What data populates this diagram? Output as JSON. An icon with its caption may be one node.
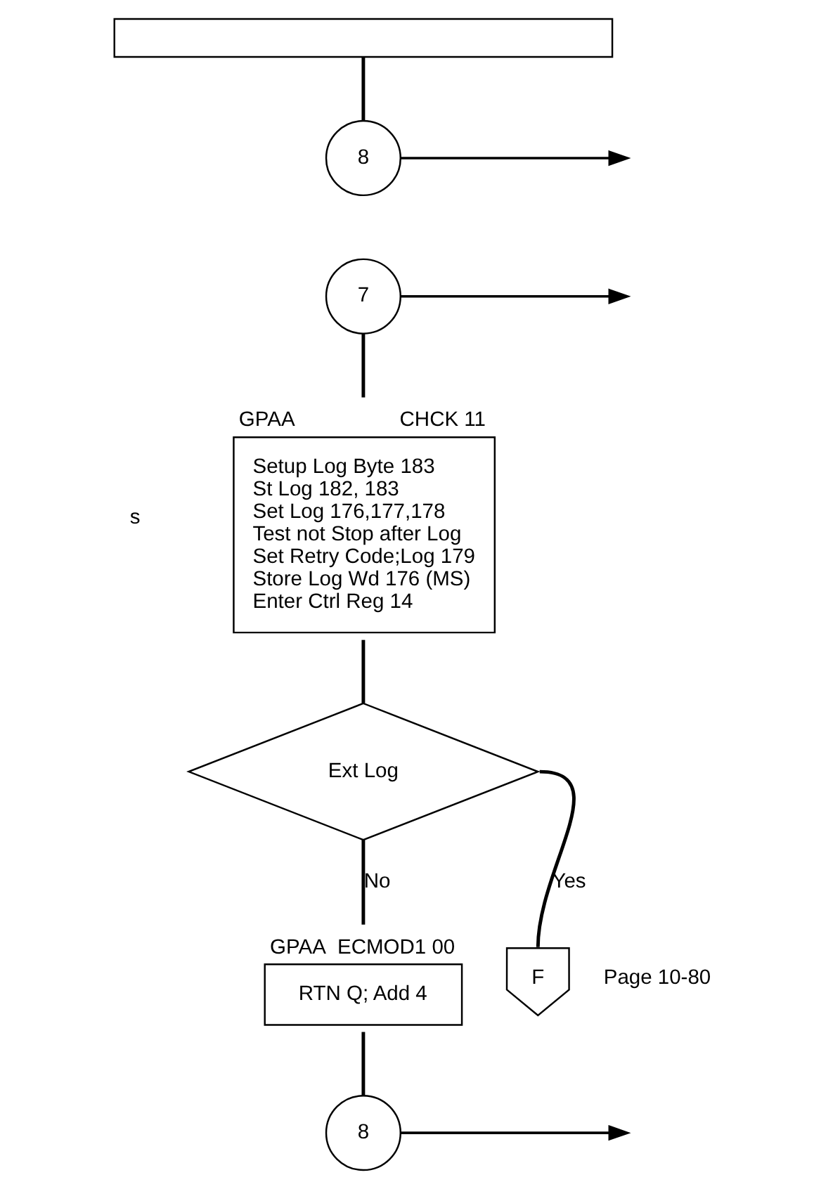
{
  "diagram": {
    "nodes": [
      {
        "text": [],
        "shape": "box"
      },
      {
        "text": [
          "8"
        ]
      },
      {
        "text": [
          "7"
        ]
      },
      {
        "text": [
          "GPAA",
          "CHCK 11",
          "Setup Log Byte 183",
          "St Log 182, 183",
          "Set Log 176,177,178",
          "Test not Stop after Log",
          "Set Retry Code;Log 179",
          "Store Log Wd 176 (MS)",
          "Enter Ctrl Reg 14"
        ]
      },
      {
        "text": [
          "Ext Log"
        ]
      },
      {
        "text": [
          "F"
        ],
        "beside": [
          "Page 10-80"
        ]
      },
      {
        "text": [
          "GPAA",
          "ECMOD1 00",
          "RTN Q; Add 4"
        ]
      },
      {
        "text": [
          "8"
        ]
      }
    ],
    "edges": [
      {
        "from": 0,
        "to": 1,
        "arrow": "none"
      },
      {
        "from": 1,
        "to": null,
        "arrow": "to"
      },
      {
        "from": 2,
        "to": null,
        "arrow": "to"
      },
      {
        "from": 2,
        "to": 3,
        "arrow": "none"
      },
      {
        "from": 3,
        "to": 4,
        "arrow": "none"
      },
      {
        "from": 4,
        "to": 5,
        "arrow": "none",
        "label": "Yes"
      },
      {
        "from": 4,
        "to": 6,
        "arrow": "none",
        "label": "No"
      },
      {
        "from": 6,
        "to": 7,
        "arrow": "none"
      },
      {
        "from": 7,
        "to": null,
        "arrow": "to"
      }
    ],
    "labels": [
      "s"
    ]
  }
}
